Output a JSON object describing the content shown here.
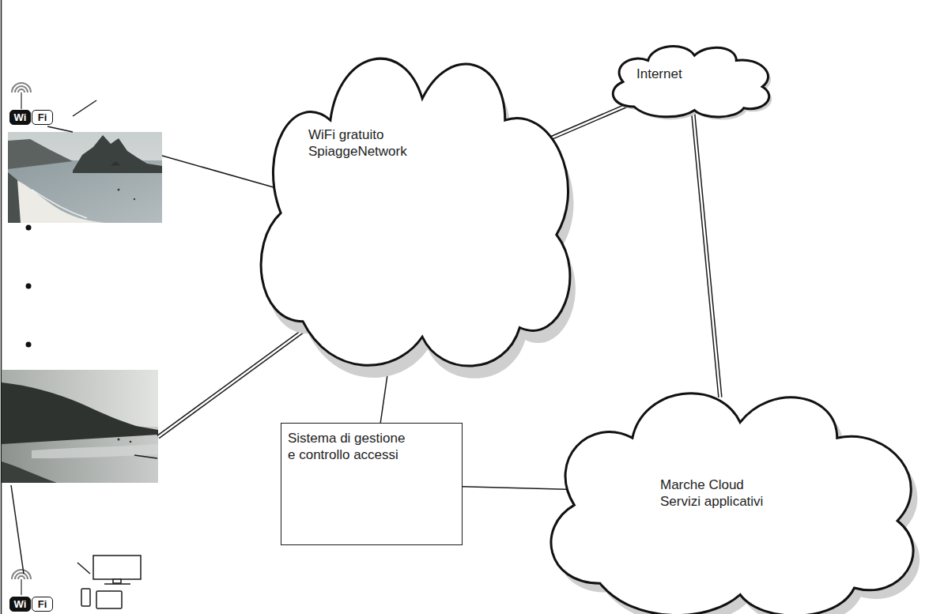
{
  "diagram": {
    "nodes": [
      {
        "text": [
          "Internet"
        ]
      },
      {
        "text": [
          "WiFi gratuito SpiaggeNetwork"
        ]
      },
      {
        "text": [
          "Sistema di gestione e controllo accessi"
        ]
      },
      {
        "text": [
          "Marche Cloud Servizi applicativi"
        ]
      }
    ],
    "edges": [
      {
        "from": 1,
        "to": 0,
        "arrow": "none"
      },
      {
        "from": 0,
        "to": 3,
        "arrow": "none"
      },
      {
        "from": 1,
        "to": 2,
        "arrow": "none"
      },
      {
        "from": 2,
        "to": 3,
        "arrow": "none"
      }
    ],
    "labels": [
      "Wi",
      "Fi",
      "Wi",
      "Fi"
    ]
  }
}
